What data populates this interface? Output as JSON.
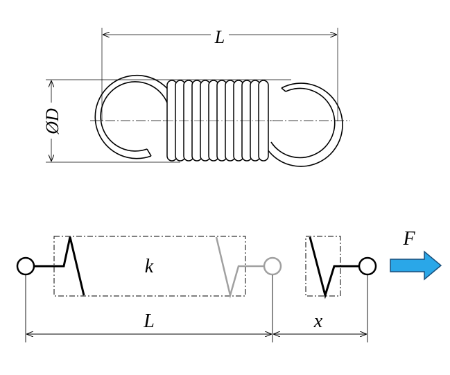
{
  "top_drawing": {
    "length_label": "L",
    "diameter_label": "ØD"
  },
  "bottom_diagram": {
    "stiffness_label": "k",
    "length_label": "L",
    "displacement_label": "x",
    "force_label": "F"
  },
  "colors": {
    "line": "#000000",
    "ghost": "#a0a0a0",
    "arrow_fill": "#2aa7e8",
    "arrow_stroke": "#1a4f7a",
    "dimension": "#000000"
  },
  "icons": {
    "force_arrow": "right-arrow-icon",
    "fixed_end": "circle-node",
    "free_end": "circle-node"
  }
}
